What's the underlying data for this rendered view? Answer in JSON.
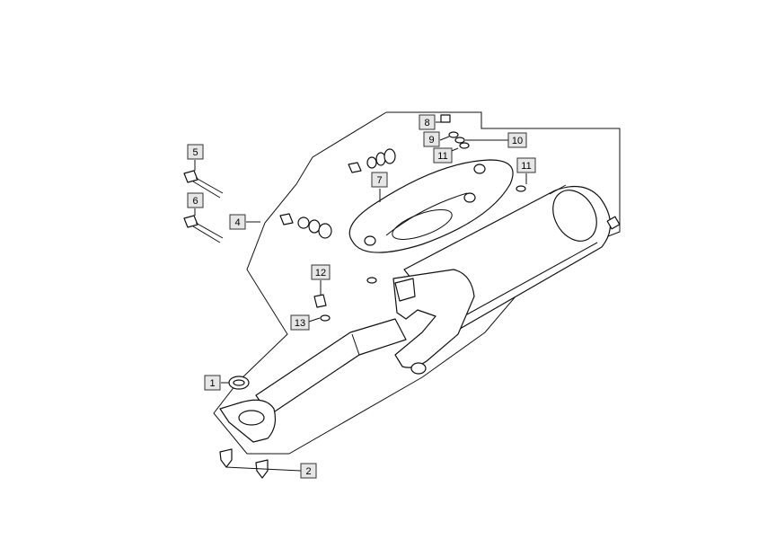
{
  "callouts": {
    "c1": "1",
    "c2": "2",
    "c4": "4",
    "c5": "5",
    "c6": "6",
    "c7": "7",
    "c8": "8",
    "c9": "9",
    "c10": "10",
    "c11a": "11",
    "c11b": "11",
    "c12": "12",
    "c13": "13"
  }
}
